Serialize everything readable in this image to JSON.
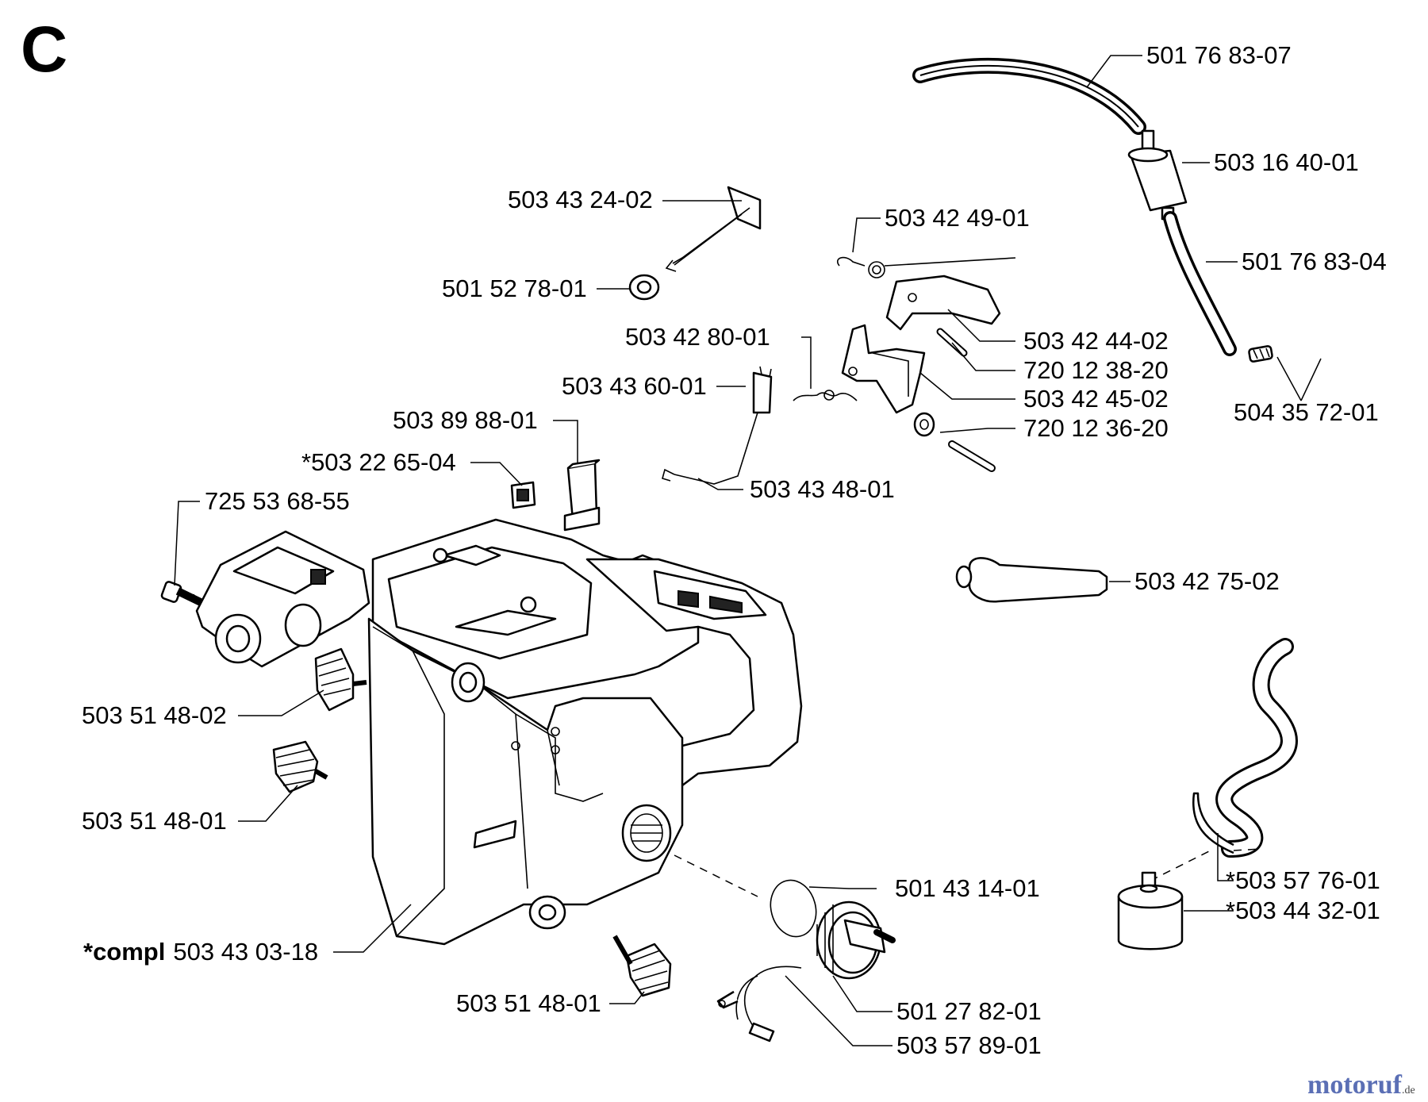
{
  "section_letter": "C",
  "watermark": {
    "brand": "motoruf",
    "suffix": ".de"
  },
  "parts": [
    {
      "id": "p1",
      "number": "501 76 83-07"
    },
    {
      "id": "p2",
      "number": "503 16 40-01"
    },
    {
      "id": "p3",
      "number": "501 76 83-04"
    },
    {
      "id": "p4",
      "number": "504 35 72-01"
    },
    {
      "id": "p5",
      "number": "503 43 24-02"
    },
    {
      "id": "p6",
      "number": "501 52 78-01"
    },
    {
      "id": "p7",
      "number": "503 42 49-01"
    },
    {
      "id": "p8",
      "number": "503 42 44-02"
    },
    {
      "id": "p9",
      "number": "720 12 38-20"
    },
    {
      "id": "p10",
      "number": "503 42 80-01"
    },
    {
      "id": "p11",
      "number": "503 43 60-01"
    },
    {
      "id": "p12",
      "number": "503 42 45-02"
    },
    {
      "id": "p13",
      "number": "720 12 36-20"
    },
    {
      "id": "p14",
      "number": "503 89 88-01"
    },
    {
      "id": "p15",
      "number": "*503 22 65-04"
    },
    {
      "id": "p16",
      "number": "503 43 48-01"
    },
    {
      "id": "p17",
      "number": "725 53 68-55"
    },
    {
      "id": "p18",
      "number": "503 42 75-02"
    },
    {
      "id": "p19",
      "number": "503 51 48-02"
    },
    {
      "id": "p20",
      "number": "503 51 48-01"
    },
    {
      "id": "p21",
      "number": "501 43 14-01"
    },
    {
      "id": "p22",
      "number": "*503 57 76-01"
    },
    {
      "id": "p23",
      "number": "*503 44 32-01"
    },
    {
      "id": "p24",
      "prefix": "*compl",
      "number": "503 43 03-18"
    },
    {
      "id": "p25",
      "number": "503 51 48-01"
    },
    {
      "id": "p26",
      "number": "501 27 82-01"
    },
    {
      "id": "p27",
      "number": "503 57 89-01"
    }
  ]
}
